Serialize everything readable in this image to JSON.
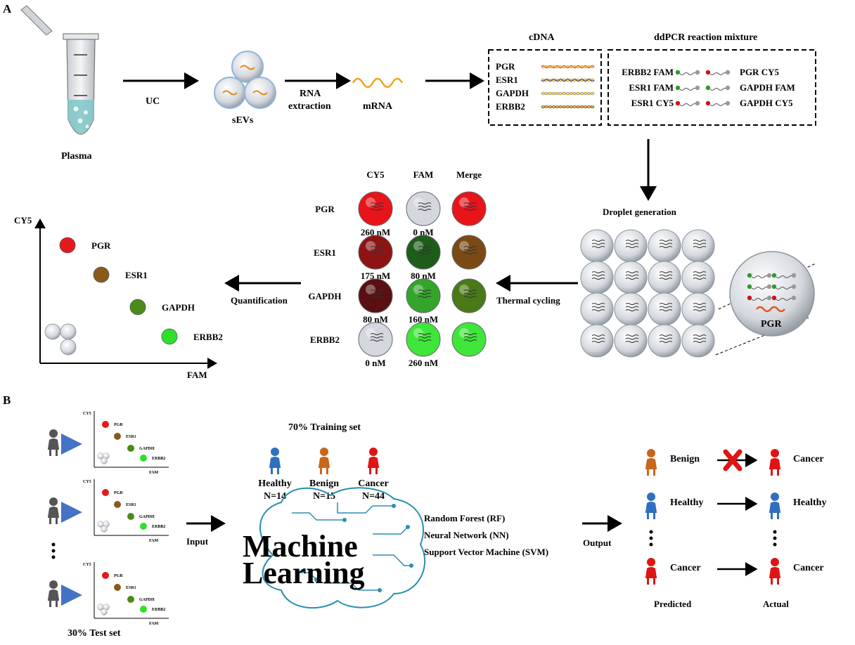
{
  "panel_a": {
    "label": "A",
    "plasma_label": "Plasma",
    "step_uc": "UC",
    "sevs_label": "sEVs",
    "rna_extraction_line1": "RNA",
    "rna_extraction_line2": "extraction",
    "mrna_label": "mRNA",
    "cdna_title": "cDNA",
    "cdna_genes": [
      "PGR",
      "ESR1",
      "GAPDH",
      "ERBB2"
    ],
    "ddpcr_title": "ddPCR reaction mixture",
    "probes": [
      {
        "left": "ERBB2 FAM",
        "right": "PGR CY5"
      },
      {
        "left": "ESR1 FAM",
        "right": "GAPDH FAM"
      },
      {
        "left": "ESR1 CY5",
        "right": "GAPDH CY5"
      }
    ],
    "droplet_generation": "Droplet generation",
    "thermal_cycling": "Thermal cycling",
    "quantification": "Quantification",
    "zoom_label": "PGR",
    "channel_headers": [
      "CY5",
      "FAM",
      "Merge"
    ],
    "channel_rows": [
      {
        "gene": "PGR",
        "cy5_conc": "260 nM",
        "fam_conc": "0 nM",
        "cy5_color": "#e8141a",
        "fam_color": "#d4d8de",
        "merge_color": "#e8141a"
      },
      {
        "gene": "ESR1",
        "cy5_conc": "175 nM",
        "fam_conc": "80 nM",
        "cy5_color": "#8e1414",
        "fam_color": "#1e5c1a",
        "merge_color": "#7a4a14"
      },
      {
        "gene": "GAPDH",
        "cy5_conc": "80 nM",
        "fam_conc": "160 nM",
        "cy5_color": "#5a0f12",
        "fam_color": "#33a52a",
        "merge_color": "#4a7a18"
      },
      {
        "gene": "ERBB2",
        "cy5_conc": "0 nM",
        "fam_conc": "260 nM",
        "cy5_color": "#d4d8de",
        "fam_color": "#3ee63a",
        "merge_color": "#3ee63a"
      }
    ],
    "scatter_axis_y": "CY5",
    "scatter_axis_x": "FAM",
    "scatter_points": [
      {
        "label": "PGR",
        "color": "#e31a1c"
      },
      {
        "label": "ESR1",
        "color": "#8b5a1b"
      },
      {
        "label": "GAPDH",
        "color": "#4b8a1c"
      },
      {
        "label": "ERBB2",
        "color": "#2ee02a"
      }
    ]
  },
  "panel_b": {
    "label": "B",
    "mini_plot_genes": [
      "PGR",
      "ESR1",
      "GAPDH",
      "ERBB2"
    ],
    "mini_axis_y": "CY5",
    "mini_axis_x": "FAM",
    "test_set_label": "30% Test set",
    "input_label": "Input",
    "training_title": "70% Training set",
    "groups": [
      {
        "name": "Healthy",
        "n": "N=14",
        "color": "#2f6fc0"
      },
      {
        "name": "Benign",
        "n": "N=15",
        "color": "#c9661a"
      },
      {
        "name": "Cancer",
        "n": "N=44",
        "color": "#e01414"
      }
    ],
    "ml_line1": "Machine",
    "ml_line2": "Learning",
    "models": [
      "Random Forest (RF)",
      "Neural Network (NN)",
      "Support Vector Machine (SVM)"
    ],
    "output_label": "Output",
    "outcomes": [
      {
        "predicted": "Benign",
        "actual": "Cancer",
        "predicted_color": "#c9661a",
        "actual_color": "#e01414",
        "mismatch": true
      },
      {
        "predicted": "Healthy",
        "actual": "Healthy",
        "predicted_color": "#2f6fc0",
        "actual_color": "#2f6fc0",
        "mismatch": false
      },
      {
        "predicted": "Cancer",
        "actual": "Cancer",
        "predicted_color": "#e01414",
        "actual_color": "#e01414",
        "mismatch": false
      }
    ],
    "predicted_label": "Predicted",
    "actual_label": "Actual"
  },
  "colors": {
    "arrow_blue": "#4472c4",
    "mismatch_red": "#e01414",
    "droplet_grey": "#d4d8de",
    "circuit_blue": "#2a8fb0"
  }
}
